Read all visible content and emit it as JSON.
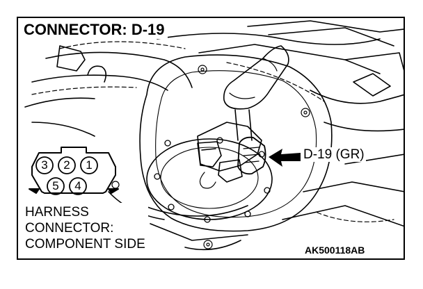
{
  "title": "CONNECTOR: D-19",
  "callout_label": "D-19 (GR)",
  "connector_view": {
    "line1": "HARNESS",
    "line2": "CONNECTOR:",
    "line3": "COMPONENT SIDE"
  },
  "pins_top": [
    "3",
    "2",
    "1"
  ],
  "pins_bottom": [
    "5",
    "4"
  ],
  "figure_code": "AK500118AB",
  "colors": {
    "ink": "#000000",
    "paper": "#ffffff"
  }
}
